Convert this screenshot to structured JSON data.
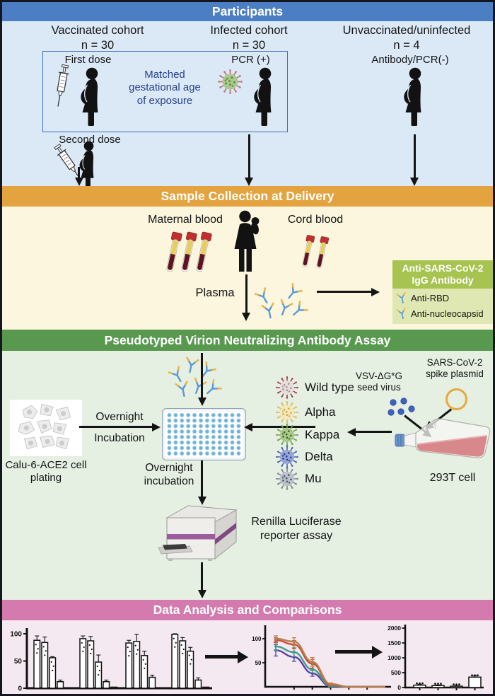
{
  "colors": {
    "participants_bar": "#4c7ec3",
    "participants_bg": "#dbe9f7",
    "sample_bar": "#e3a33e",
    "sample_bg": "#fbf6dd",
    "assay_bar": "#58994f",
    "assay_bg": "#e5efe2",
    "analysis_bar": "#d47aae",
    "analysis_bg": "#f5e9f1",
    "igg_header": "#a6c44f",
    "igg_body": "#dfe8b2",
    "note_blue": "#27408b",
    "ab_blue": "#5b9bd5",
    "ab_tip": "#e9b345"
  },
  "participants": {
    "header": "Participants",
    "cohorts": [
      {
        "title": "Vaccinated cohort",
        "n": "n = 30"
      },
      {
        "title": "Infected cohort",
        "n": "n = 30"
      },
      {
        "title": "Unvaccinated/uninfected",
        "n": "n = 4"
      }
    ],
    "first_dose_label": "First dose",
    "second_dose_label": "Second dose",
    "matched_note": "Matched gestational age of exposure",
    "pcr_positive_label": "PCR (+)",
    "antibody_pcr_negative_label": "Antibody/PCR(-)",
    "pcr_virus_style": "--body:#a9c98c;--spike:#c4737a;--dot:#5f8a46"
  },
  "sample_collection": {
    "header": "Sample Collection at Delivery",
    "maternal_blood_label": "Maternal blood",
    "cord_blood_label": "Cord blood",
    "plasma_label": "Plasma",
    "igg_box": {
      "title": "Anti-SARS-CoV-2 IgG Antibody",
      "items": [
        {
          "label": "Anti-RBD"
        },
        {
          "label": "Anti-nucleocapsid"
        }
      ]
    }
  },
  "assay": {
    "header": "Pseudotyped Virion Neutralizing Antibody Assay",
    "cell_plating_label": "Calu-6-ACE2 cell plating",
    "overnight1_line1": "Overnight",
    "overnight1_line2": "Incubation",
    "overnight2_line1": "Overnight",
    "overnight2_line2": "incubation",
    "variants": [
      {
        "name": "Wild type",
        "style": "--body:#e6dede;--spike:#a04454;--dot:#a09494"
      },
      {
        "name": "Alpha",
        "style": "--body:#f4e7b9;--spike:#ddbc55;--dot:#cfa94f"
      },
      {
        "name": "Kappa",
        "style": "--body:#a9c98a;--spike:#74a04d;--dot:#3f652a"
      },
      {
        "name": "Delta",
        "style": "--body:#95a5d8;--spike:#5060b0;--dot:#2d3b88"
      },
      {
        "name": "Mu",
        "style": "--body:#bcc0c9;--spike:#7d8493;--dot:#505766"
      }
    ],
    "seed_virus_label": "VSV-ΔG*G seed virus",
    "spike_plasmid_label": "SARS-CoV-2 spike plasmid",
    "producer_cell_label": "293T cell",
    "reporter_label": "Renilla Luciferase reporter assay"
  },
  "analysis": {
    "header": "Data Analysis and Comparisons"
  },
  "chart_data": [
    {
      "id": "neutralization-grouped-bars",
      "type": "bar",
      "title": "",
      "ylabel": "",
      "ylim": [
        0,
        100
      ],
      "yticks": [
        0,
        50,
        100
      ],
      "group_count": 4,
      "values": [
        [
          88,
          84,
          56,
          12,
          1
        ],
        [
          91,
          87,
          48,
          12,
          2
        ],
        [
          83,
          86,
          60,
          20,
          1
        ],
        [
          99,
          87,
          68,
          15,
          2
        ]
      ],
      "errors": [
        [
          8,
          10,
          2,
          3,
          1
        ],
        [
          5,
          8,
          13,
          3,
          1
        ],
        [
          5,
          13,
          8,
          4,
          1
        ],
        [
          1,
          6,
          7,
          4,
          1
        ]
      ],
      "bar_fill": "#ffffff",
      "bar_stroke": "#111111",
      "grid": false
    },
    {
      "id": "dose-response-curves",
      "type": "line",
      "title": "",
      "ylim": [
        0,
        100
      ],
      "yticks": [
        50,
        100
      ],
      "x": [
        0,
        1,
        2,
        3,
        4,
        6
      ],
      "xticks_unlabeled": 5,
      "series": [
        {
          "color": "#5b3fa8",
          "values": [
            76,
            62,
            28,
            1,
            0,
            0
          ],
          "errors": [
            12,
            9,
            6,
            1,
            0,
            0
          ]
        },
        {
          "color": "#3d9e8c",
          "values": [
            84,
            72,
            36,
            2,
            0,
            0
          ],
          "errors": [
            8,
            9,
            7,
            2,
            0,
            0
          ]
        },
        {
          "color": "#c94f3a",
          "values": [
            97,
            88,
            48,
            4,
            0,
            0
          ],
          "errors": [
            5,
            8,
            9,
            2,
            0,
            0
          ]
        },
        {
          "color": "#b5804f",
          "values": [
            100,
            94,
            52,
            6,
            0,
            0
          ],
          "errors": [
            6,
            8,
            9,
            2,
            0,
            0
          ]
        }
      ],
      "grid": false
    },
    {
      "id": "titer-bars",
      "type": "bar",
      "title": "",
      "ylim": [
        0,
        2000
      ],
      "yticks": [
        0,
        500,
        1000,
        1500,
        2000
      ],
      "values": [
        80,
        65,
        45,
        350
      ],
      "errors": [
        25,
        20,
        15,
        40
      ],
      "bar_fill": "#ffffff",
      "bar_stroke": "#111111",
      "grid": false
    }
  ]
}
